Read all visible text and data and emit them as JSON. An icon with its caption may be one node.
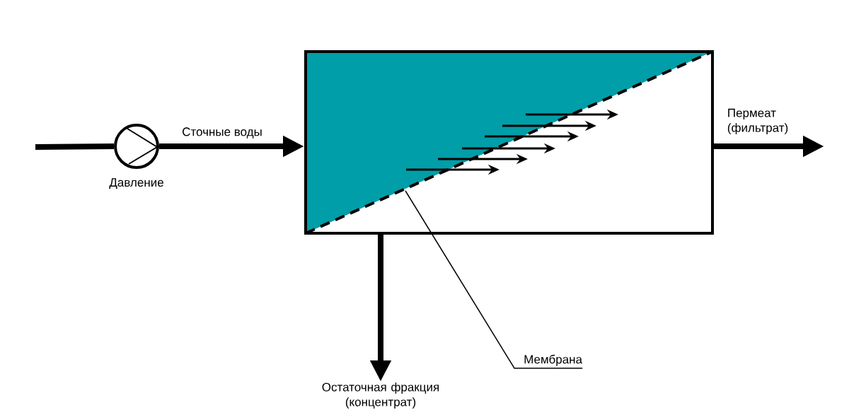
{
  "diagram": {
    "nodes": [
      {
        "text": [],
        "shape": "circle",
        "beside": [
          "Давление"
        ]
      },
      {
        "text": [],
        "shape": "box"
      },
      {
        "text": [
          "Остаточная фракция (концентрат)"
        ]
      },
      {
        "text": [
          "Мембрана"
        ]
      }
    ],
    "edges": [
      {
        "from": null,
        "to": 0,
        "arrow": "none"
      },
      {
        "from": 0,
        "to": 1,
        "arrow": "to",
        "label": "Сточные воды"
      },
      {
        "from": 1,
        "to": null,
        "arrow": "to",
        "label": "Пермеат (фильтрат)"
      },
      {
        "from": 1,
        "to": 2,
        "arrow": "to"
      },
      {
        "from": 3,
        "to": 1,
        "arrow": "none"
      }
    ]
  }
}
